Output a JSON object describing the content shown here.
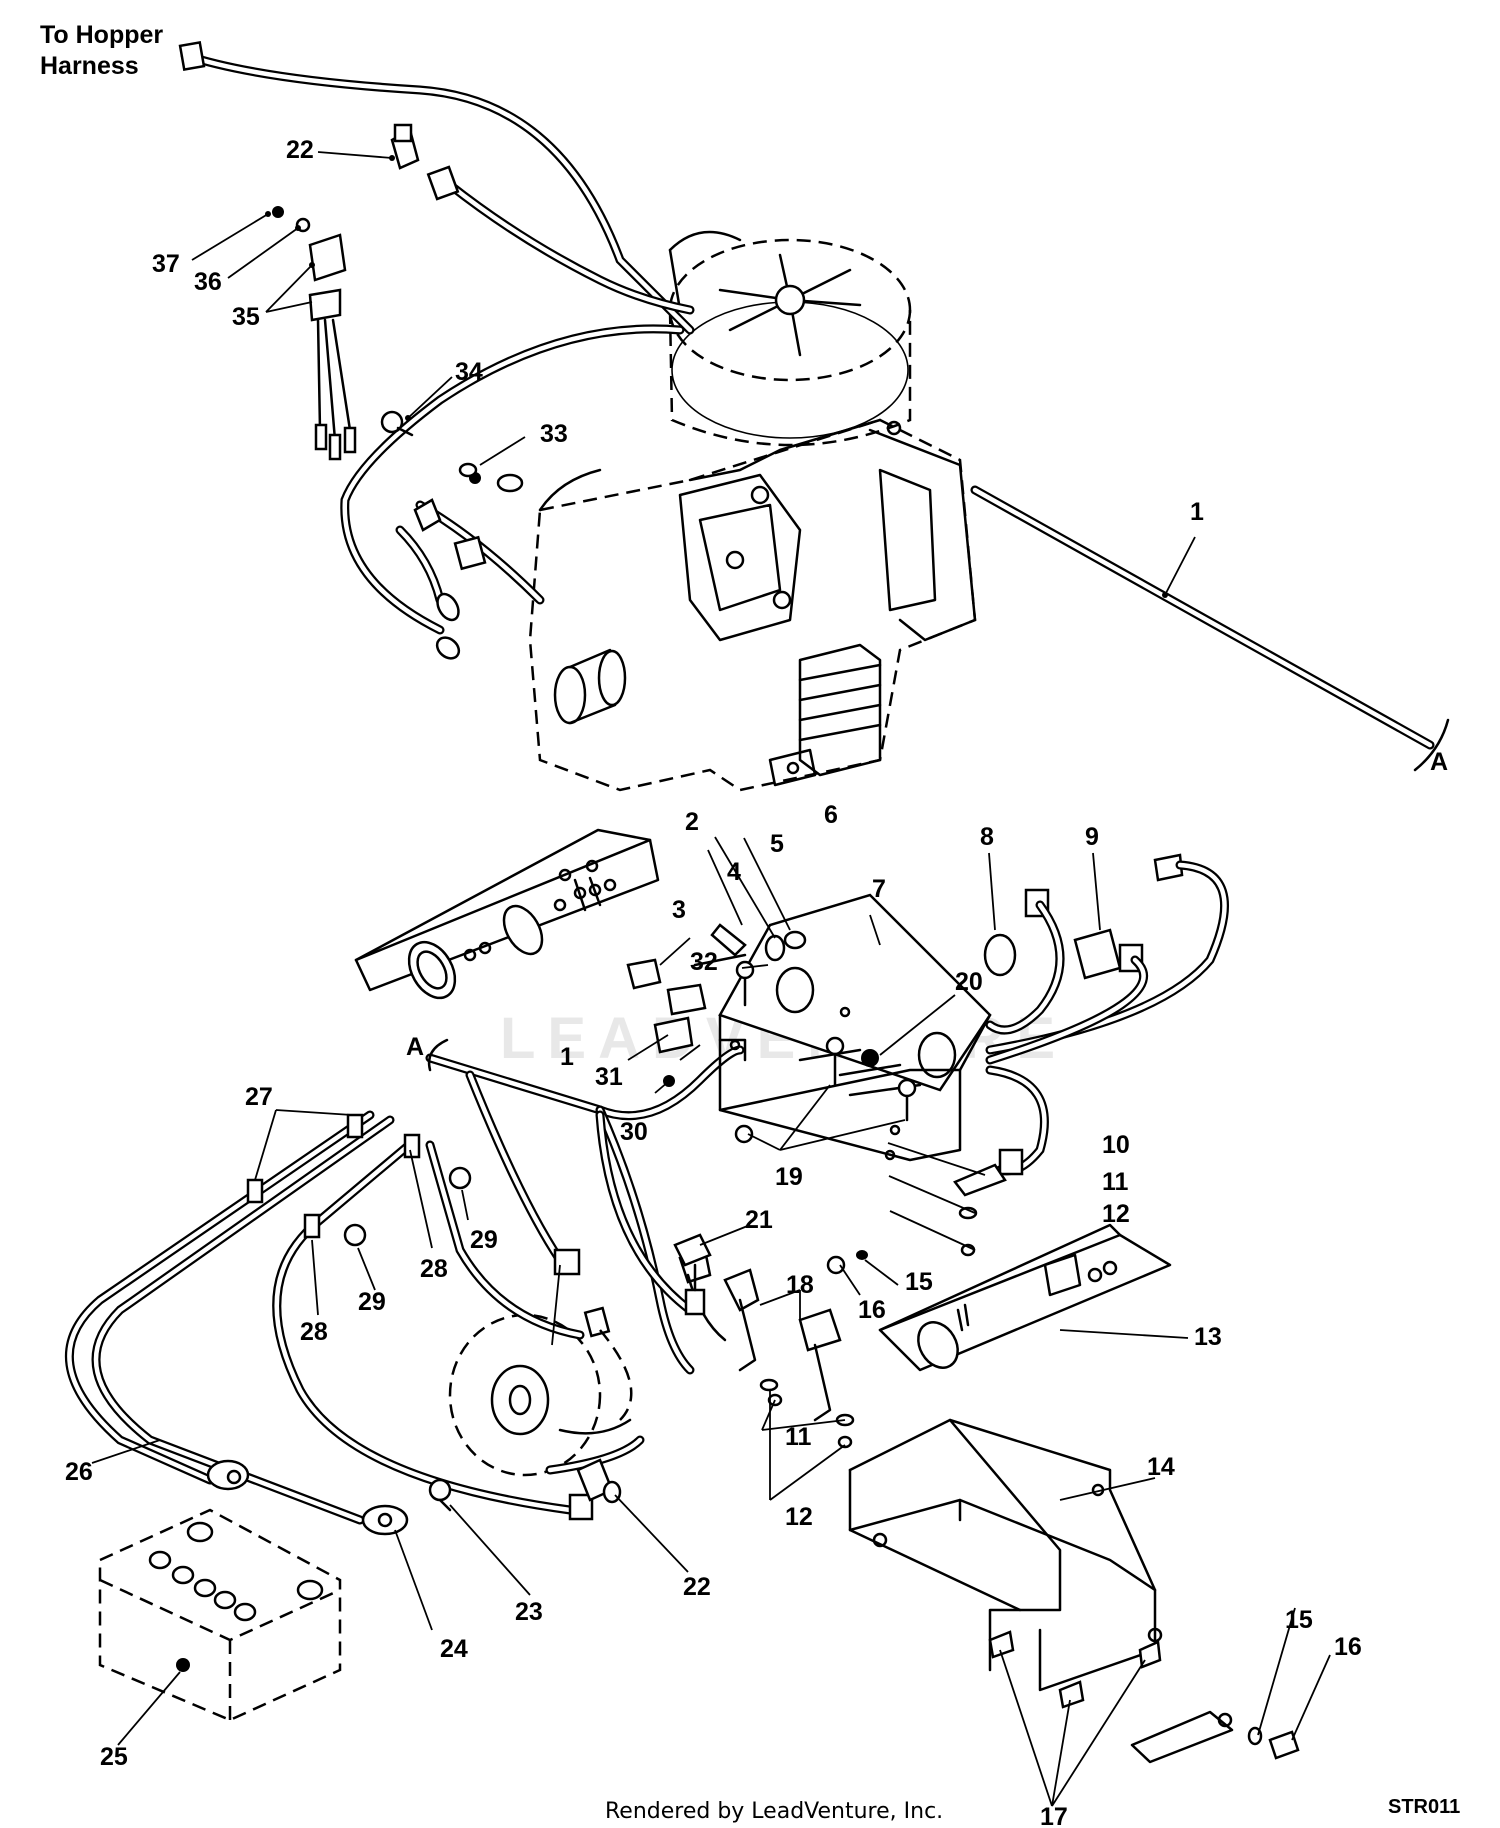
{
  "hopper_label": [
    "To Hopper",
    "Harness"
  ],
  "match_marker": "A",
  "watermark": "LEADVENTURE",
  "footer": "Rendered by LeadVenture, Inc.",
  "drawing_code": "STR011",
  "callouts": {
    "c1a": "1",
    "c1b": "1",
    "c2": "2",
    "c3": "3",
    "c4": "4",
    "c5": "5",
    "c6": "6",
    "c7": "7",
    "c8": "8",
    "c9": "9",
    "c10": "10",
    "c11a": "11",
    "c11b": "11",
    "c12a": "12",
    "c12b": "12",
    "c13": "13",
    "c14": "14",
    "c15a": "15",
    "c15b": "15",
    "c16a": "16",
    "c16b": "16",
    "c17": "17",
    "c18": "18",
    "c19": "19",
    "c20": "20",
    "c21": "21",
    "c22a": "22",
    "c22b": "22",
    "c23": "23",
    "c24": "24",
    "c25": "25",
    "c26": "26",
    "c27": "27",
    "c28a": "28",
    "c28b": "28",
    "c29a": "29",
    "c29b": "29",
    "c30": "30",
    "c31": "31",
    "c32": "32",
    "c33": "33",
    "c34": "34",
    "c35": "35",
    "c36": "36",
    "c37": "37"
  }
}
